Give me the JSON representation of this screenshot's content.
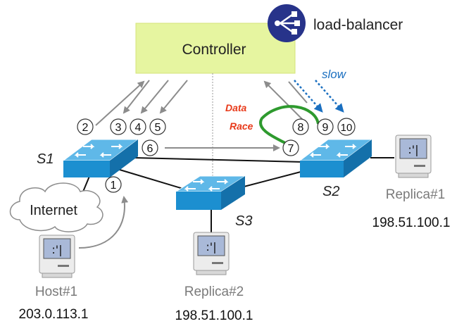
{
  "controller": {
    "label": "Controller",
    "app_badge": "load-balancer",
    "app_icon": "load-balancer-icon"
  },
  "switches": {
    "s1": "S1",
    "s2": "S2",
    "s3": "S3"
  },
  "internet": "Internet",
  "hosts": {
    "host1": {
      "name": "Host#1",
      "ip": "203.0.113.1"
    },
    "replica1": {
      "name": "Replica#1",
      "ip": "198.51.100.1"
    },
    "replica2": {
      "name": "Replica#2",
      "ip": "198.51.100.1"
    }
  },
  "steps": [
    "1",
    "2",
    "3",
    "4",
    "5",
    "6",
    "7",
    "8",
    "9",
    "10"
  ],
  "annotations": {
    "slow": "slow",
    "data_race_line1": "Data",
    "data_race_line2": "Race"
  },
  "colors": {
    "controller_fill": "#e6f5a0",
    "switch_blue": "#1c8fd0",
    "race_red": "#e83a1a",
    "race_green": "#2e9a2e",
    "slow_blue": "#1a6fc0",
    "badge_bg": "#27338a"
  }
}
